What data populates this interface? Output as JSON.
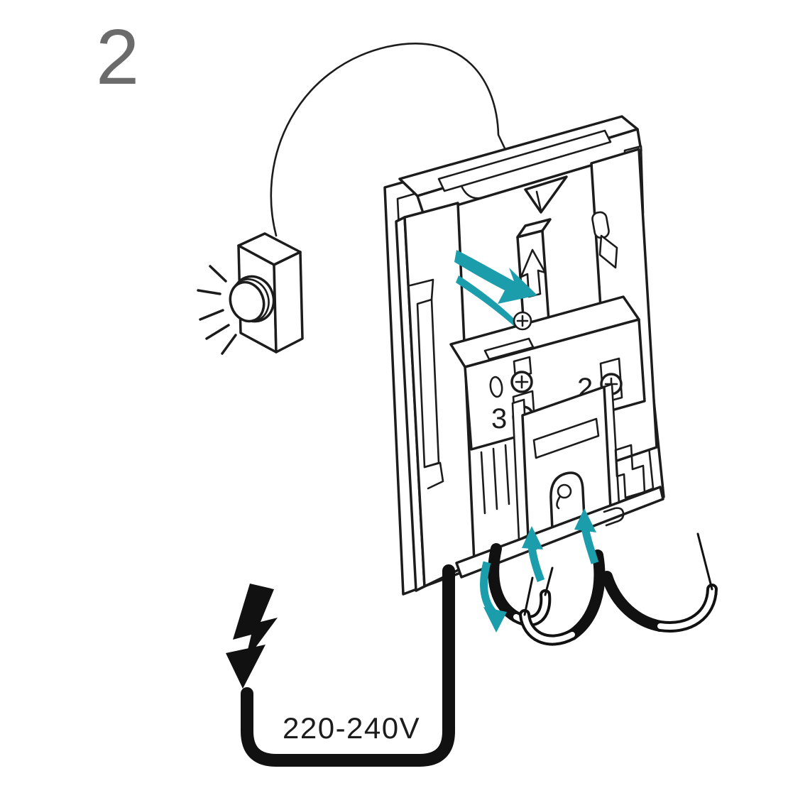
{
  "page": {
    "background": "#ffffff"
  },
  "step": {
    "number": "2"
  },
  "chime": {
    "terminals": [
      {
        "label": "2",
        "type": "screw"
      },
      {
        "label": "3",
        "type": "screw"
      },
      {
        "label": "",
        "type": "oval-hole"
      }
    ],
    "release_tab_arrow_direction": "up"
  },
  "power": {
    "voltage": "220-240V",
    "symbol": "lightning-bolt"
  },
  "annotations": {
    "teal_up_arrows": 2,
    "teal_down_arrows": 1,
    "teal_slide_swoosh": 1
  },
  "colors": {
    "line": "#1c1c1c",
    "teal": "#1B9DAB",
    "step_number": "#6b6b6b",
    "wire_black": "#111111"
  }
}
